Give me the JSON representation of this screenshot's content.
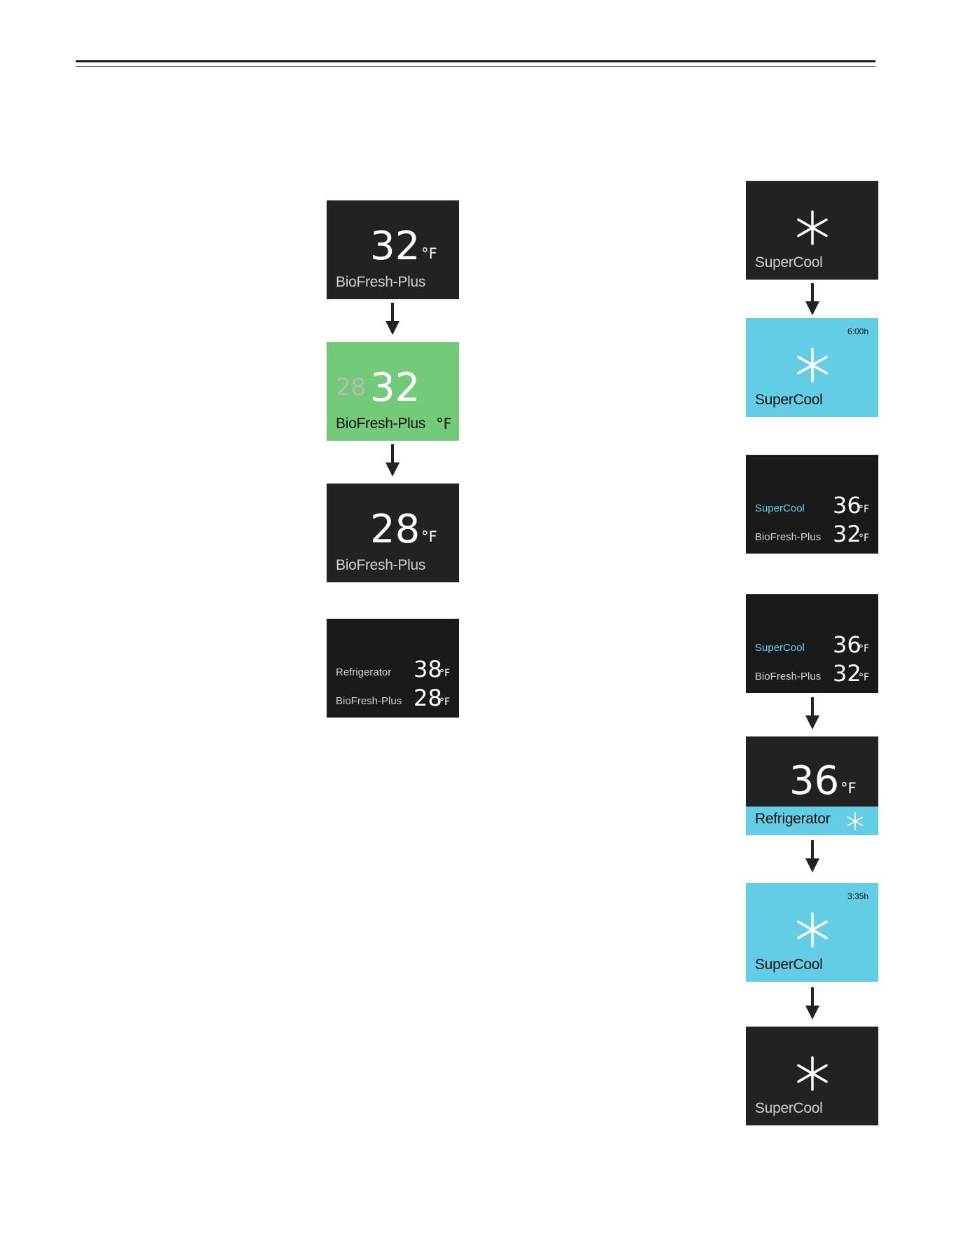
{
  "unit": "°F",
  "left_column": {
    "panel1": {
      "temp": "32",
      "unit": "°F",
      "label": "BioFresh-Plus"
    },
    "panel2": {
      "prev_temp": "28",
      "temp": "32",
      "label": "BioFresh-Plus",
      "unit": "°F",
      "bg": "#73cb7a"
    },
    "panel3": {
      "temp": "28",
      "unit": "°F",
      "label": "BioFresh-Plus"
    },
    "panel4": {
      "rows": [
        {
          "label": "Refrigerator",
          "temp": "38",
          "unit": "°F"
        },
        {
          "label": "BioFresh-Plus",
          "temp": "28",
          "unit": "°F"
        }
      ]
    }
  },
  "right_column": {
    "panel1": {
      "label": "SuperCool",
      "icon": "snowflake-icon"
    },
    "panel2": {
      "label": "SuperCool",
      "timer": "6:00h",
      "icon": "snowflake-icon",
      "bg": "#63cde6"
    },
    "panel3": {
      "rows": [
        {
          "label": "SuperCool",
          "temp": "36",
          "unit": "°F"
        },
        {
          "label": "BioFresh-Plus",
          "temp": "32",
          "unit": "°F"
        }
      ]
    },
    "panel4": {
      "rows": [
        {
          "label": "SuperCool",
          "temp": "36",
          "unit": "°F"
        },
        {
          "label": "BioFresh-Plus",
          "temp": "32",
          "unit": "°F"
        }
      ]
    },
    "panel5": {
      "temp": "36",
      "unit": "°F",
      "label": "Refrigerator",
      "icon": "snowflake-icon"
    },
    "panel6": {
      "label": "SuperCool",
      "timer": "3:35h",
      "icon": "snowflake-icon",
      "bg": "#63cde6"
    },
    "panel7": {
      "label": "SuperCool",
      "icon": "snowflake-icon"
    }
  }
}
